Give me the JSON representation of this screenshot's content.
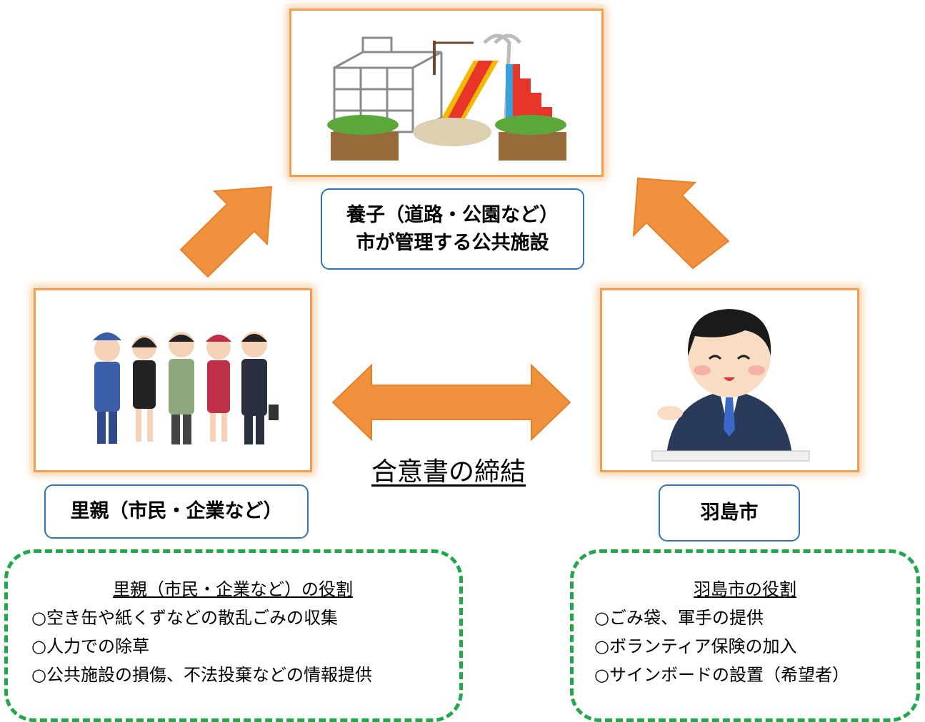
{
  "adoptee": {
    "label_line1": "養子（道路・公園など）",
    "label_line2": "市が管理する公共施設"
  },
  "foster_parent": {
    "label": "里親（市民・企業など）"
  },
  "city": {
    "label": "羽島市"
  },
  "agreement": {
    "label": "合意書の締結"
  },
  "foster_role": {
    "title": "里親（市民・企業など）の役割",
    "items": [
      "○空き缶や紙くずなどの散乱ごみの収集",
      "○人力での除草",
      "○公共施設の損傷、不法投棄などの情報提供"
    ]
  },
  "city_role": {
    "title": "羽島市の役割",
    "items": [
      "○ごみ袋、軍手の提供",
      "○ボランティア保険の加入",
      "○サインボードの設置（希望者）"
    ]
  },
  "colors": {
    "arrow": "#f0913d",
    "photo_border": "#f0a050",
    "label_border": "#2e75b6",
    "dashed_border": "#21a849"
  },
  "icons": [
    "playground-illustration",
    "citizens-illustration",
    "city-official-illustration"
  ]
}
